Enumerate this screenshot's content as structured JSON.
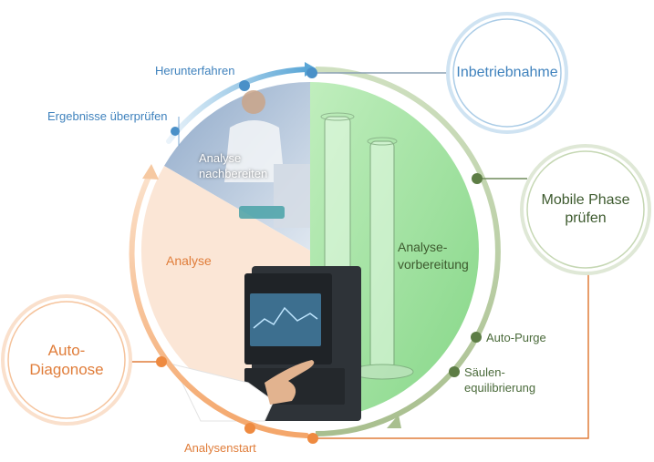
{
  "bubbles": {
    "inbetriebnahme": "Inbetriebnahme",
    "mobile_phase_line1": "Mobile Phase",
    "mobile_phase_line2": "prüfen",
    "auto_diagnose_line1": "Auto-",
    "auto_diagnose_line2": "Diagonose"
  },
  "steps": {
    "herunterfahren": "Herunterfahren",
    "ergebnisse": "Ergebnisse überprüfen",
    "auto_purge": "Auto-Purge",
    "saeulen_line1": "Säulen-",
    "saeulen_line2": "equilibrierung",
    "analysenstart": "Analysenstart"
  },
  "sectors": {
    "nachbereiten_line1": "Analyse",
    "nachbereiten_line2": "nachbereiten",
    "vorbereitung_line1": "Analyse-",
    "vorbereitung_line2": "vorbereitung",
    "analyse": "Analyse"
  },
  "colors": {
    "blue": "#3f82bd",
    "green": "#4a6a3a",
    "orange": "#e07d3a",
    "sector_green": "#8fdc8f",
    "sector_peach": "#fbe6d6"
  }
}
